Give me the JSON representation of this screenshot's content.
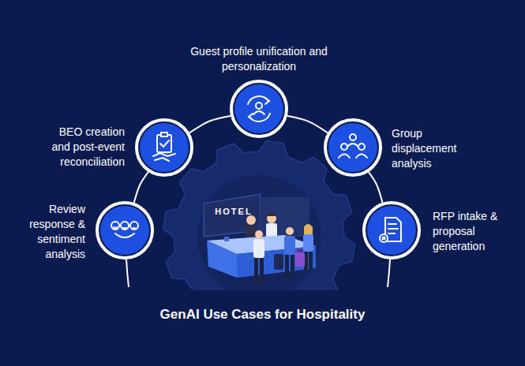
{
  "diagram": {
    "title": "GenAI Use Cases for Hospitality",
    "nodes": [
      {
        "text": [
          "Guest profile unification and personalization"
        ]
      },
      {
        "text": [
          "BEO creation and post-event reconciliation"
        ]
      },
      {
        "text": [
          "Group displacement analysis"
        ]
      },
      {
        "text": [
          "Review response & sentiment analysis"
        ]
      },
      {
        "text": [
          "RFP intake & proposal generation"
        ]
      }
    ],
    "edges": [
      {
        "from": 3,
        "to": 1,
        "arrow": "none"
      },
      {
        "from": 1,
        "to": 0,
        "arrow": "none"
      },
      {
        "from": 0,
        "to": 2,
        "arrow": "none"
      },
      {
        "from": 2,
        "to": 4,
        "arrow": "none"
      }
    ],
    "labels": [
      "HOTEL"
    ]
  }
}
